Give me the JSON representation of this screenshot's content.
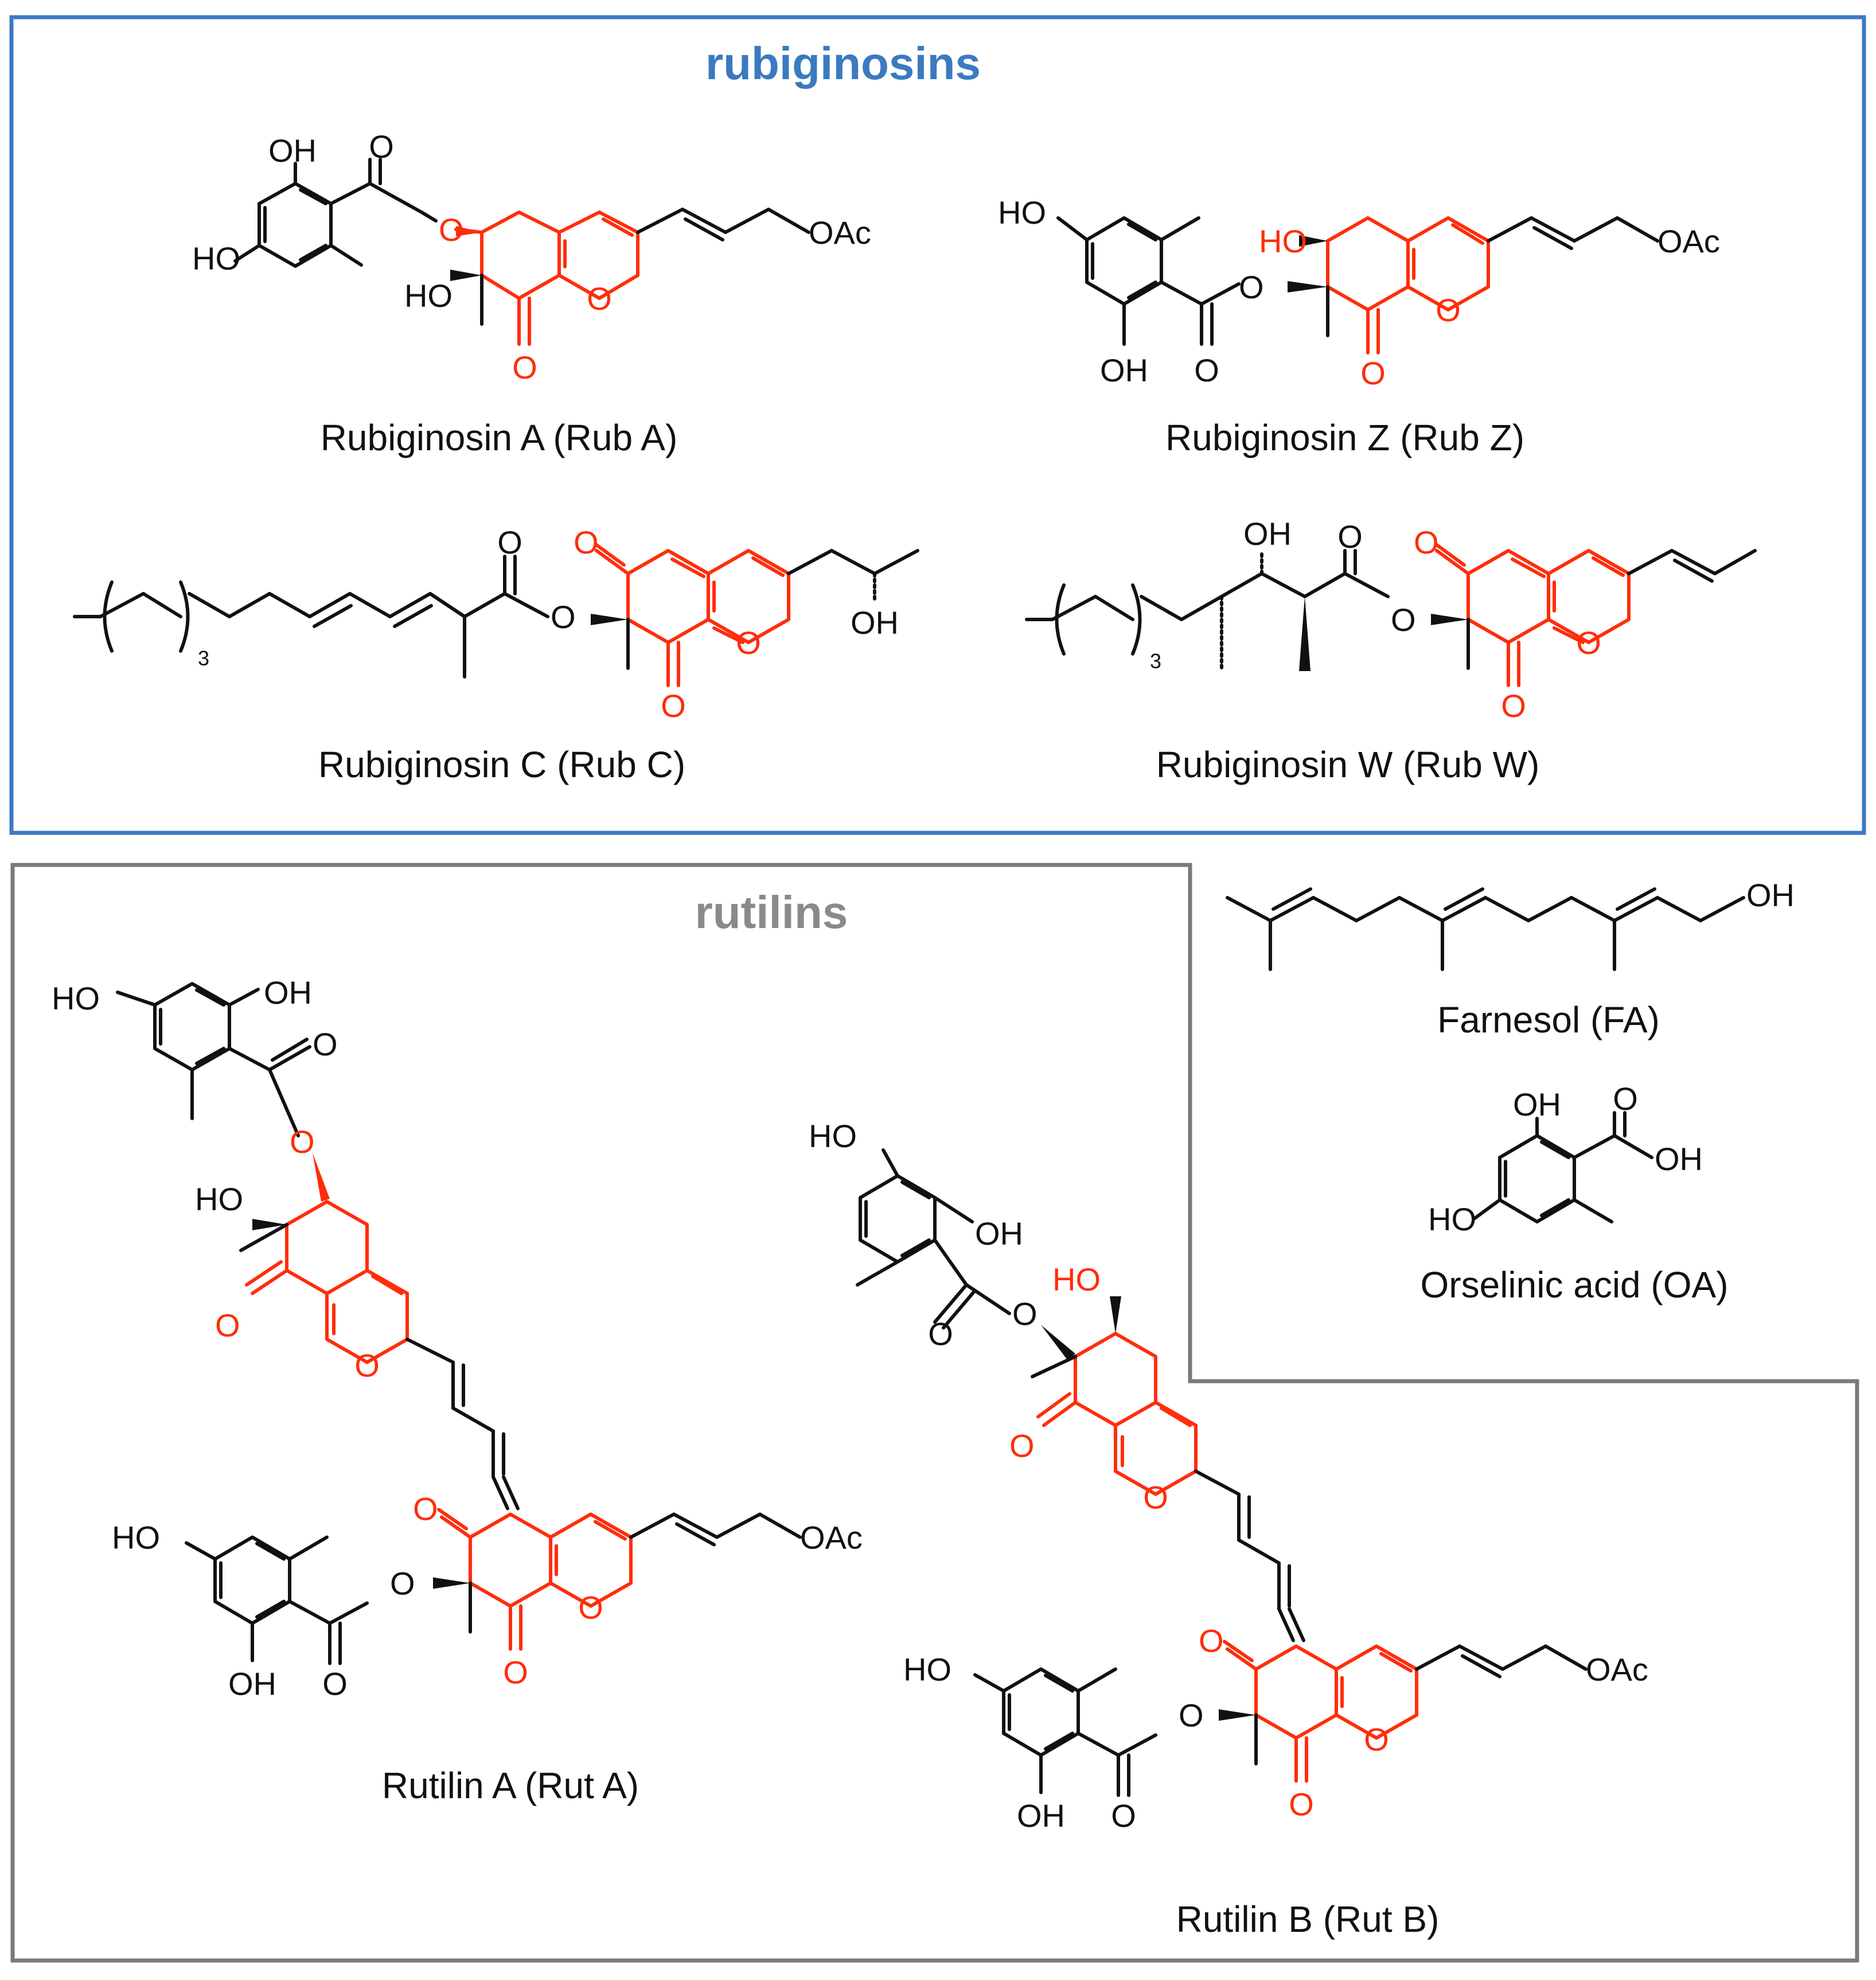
{
  "groups": {
    "rubiginosins": {
      "title": "rubiginosins",
      "border_color": "#3a7ac0"
    },
    "rutilins": {
      "title": "rutilins",
      "border_color": "#7a7a7a"
    }
  },
  "compounds": {
    "rub_a": "Rubiginosin A (Rub A)",
    "rub_z": "Rubiginosin Z (Rub Z)",
    "rub_c": "Rubiginosin C (Rub C)",
    "rub_w": "Rubiginosin W (Rub W)",
    "rut_a": "Rutilin A (Rut A)",
    "rut_b": "Rutilin B (Rut B)",
    "fa": "Farnesol (FA)",
    "oa": "Orselinic acid (OA)"
  },
  "atoms": {
    "oh": "OH",
    "ho": "HO",
    "o": "O",
    "oac": "OAc",
    "three": "3"
  },
  "colors": {
    "core": "#ff2d0a",
    "bond": "#111111"
  }
}
